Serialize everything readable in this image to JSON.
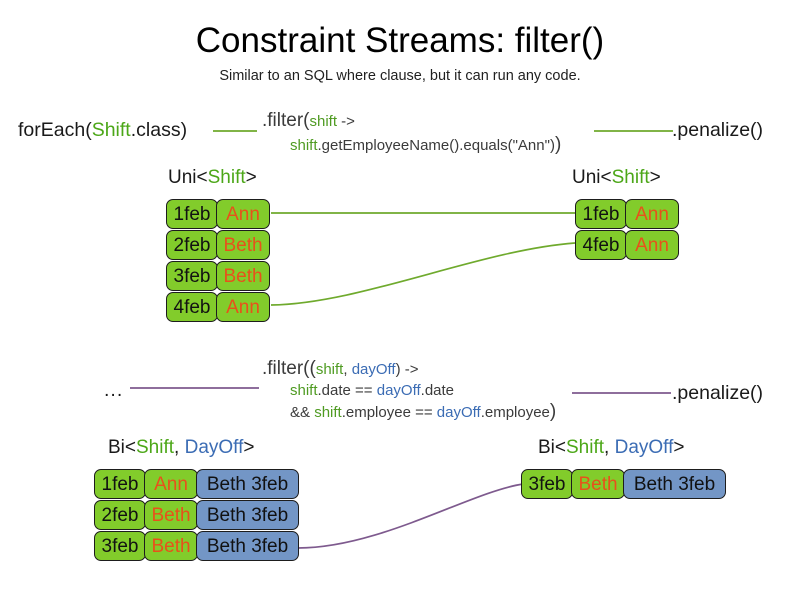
{
  "slide": {
    "title": "Constraint Streams: filter()",
    "subtitle": "Similar to an SQL where clause, but it can run any code."
  },
  "colors": {
    "green_fill": "#82cc2b",
    "blue_fill": "#7396c6",
    "name_text": "#e8511b",
    "green_link": "#6faa2d",
    "purple_link": "#7e5a8e",
    "keyword_green": "#4ca718",
    "keyword_blue": "#3b6cb4"
  },
  "section_uni": {
    "source_expr": {
      "prefix": "forEach(",
      "type": "Shift",
      "suffix": ".class)"
    },
    "filter_expr": {
      "line1_prefix": ".filter(",
      "line1_var": "shift",
      "line1_suffix": " ->",
      "line2_var": "shift",
      "line2_rest": ".getEmployeeName().equals(\"Ann\")",
      "line2_close": ")"
    },
    "penalize_label": ".penalize()",
    "input_label": {
      "prefix": "Uni<",
      "type1": "Shift",
      "suffix": ">"
    },
    "output_label": {
      "prefix": "Uni<",
      "type1": "Shift",
      "suffix": ">"
    },
    "input_rows": [
      {
        "date": "1feb",
        "name": "Ann"
      },
      {
        "date": "2feb",
        "name": "Beth"
      },
      {
        "date": "3feb",
        "name": "Beth"
      },
      {
        "date": "4feb",
        "name": "Ann"
      }
    ],
    "output_rows": [
      {
        "date": "1feb",
        "name": "Ann"
      },
      {
        "date": "4feb",
        "name": "Ann"
      }
    ]
  },
  "section_bi": {
    "source_expr": "...",
    "filter_expr": {
      "line1_prefix": ".filter((",
      "line1_var1": "shift",
      "line1_comma": ", ",
      "line1_var2": "dayOff",
      "line1_suffix": ") ->",
      "line2_var1": "shift",
      "line2_mid": ".date == ",
      "line2_var2": "dayOff",
      "line2_end": ".date",
      "line3_amp": "&& ",
      "line3_var1": "shift",
      "line3_mid": ".employee == ",
      "line3_var2": "dayOff",
      "line3_end": ".employee",
      "line3_close": ")"
    },
    "penalize_label": ".penalize()",
    "input_label": {
      "prefix": "Bi<",
      "type1": "Shift",
      "comma": ", ",
      "type2": "DayOff",
      "suffix": ">"
    },
    "output_label": {
      "prefix": "Bi<",
      "type1": "Shift",
      "comma": ", ",
      "type2": "DayOff",
      "suffix": ">"
    },
    "input_rows": [
      {
        "date": "1feb",
        "name": "Ann",
        "pair": "Beth 3feb"
      },
      {
        "date": "2feb",
        "name": "Beth",
        "pair": "Beth 3feb"
      },
      {
        "date": "3feb",
        "name": "Beth",
        "pair": "Beth 3feb"
      }
    ],
    "output_rows": [
      {
        "date": "3feb",
        "name": "Beth",
        "pair": "Beth 3feb"
      }
    ]
  }
}
